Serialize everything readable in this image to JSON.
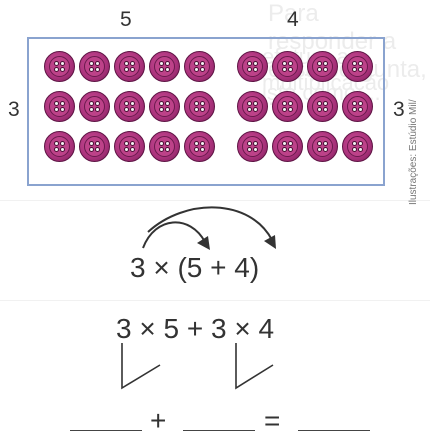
{
  "array": {
    "top_left_count": "5",
    "top_right_count": "4",
    "left_rows": "3",
    "right_rows": "3",
    "left_group_columns": 5,
    "right_group_columns": 4,
    "rows": 3,
    "button_icon": "four-hole-button-icon",
    "button_color": "#a8317a",
    "frame_color": "#8aa3cf"
  },
  "credit": "Ilustrações: Estúdio Mil/",
  "expression_grouped": "3 × (5 + 4)",
  "expression_distributed": "3 × 5 + 3 × 4",
  "answer_line": {
    "plus": "+",
    "equals": "="
  }
}
